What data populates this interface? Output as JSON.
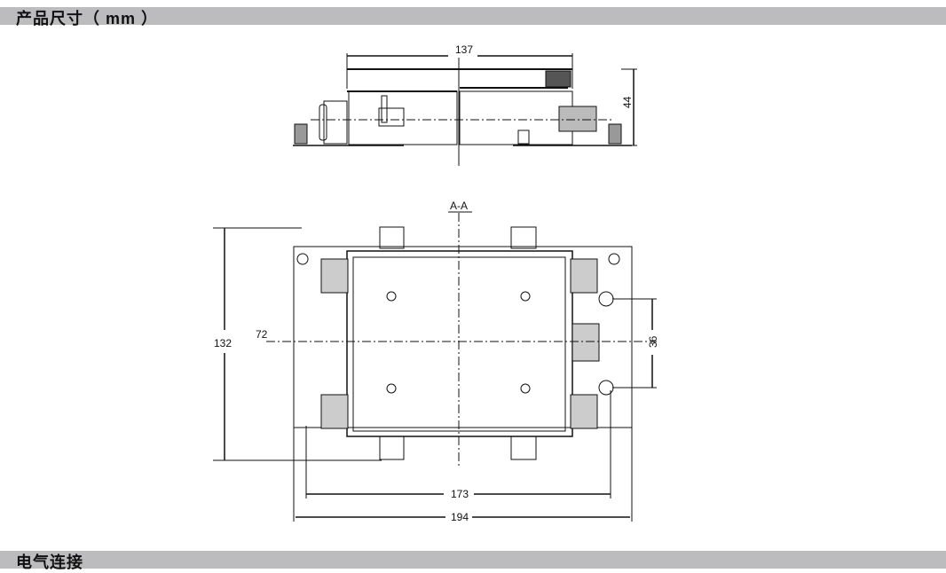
{
  "sections": {
    "dimensions_title": "产品尺寸（ mm ）",
    "wiring_title": "电气连接"
  },
  "drawing": {
    "side_view": {
      "width_label": "137",
      "height_label": "44"
    },
    "view_marker": "A-A",
    "top_view": {
      "height_label": "132",
      "inner_height_label": "72",
      "hole_spacing_label": "36",
      "hole_span_label": "173",
      "overall_width_label": "194"
    }
  }
}
